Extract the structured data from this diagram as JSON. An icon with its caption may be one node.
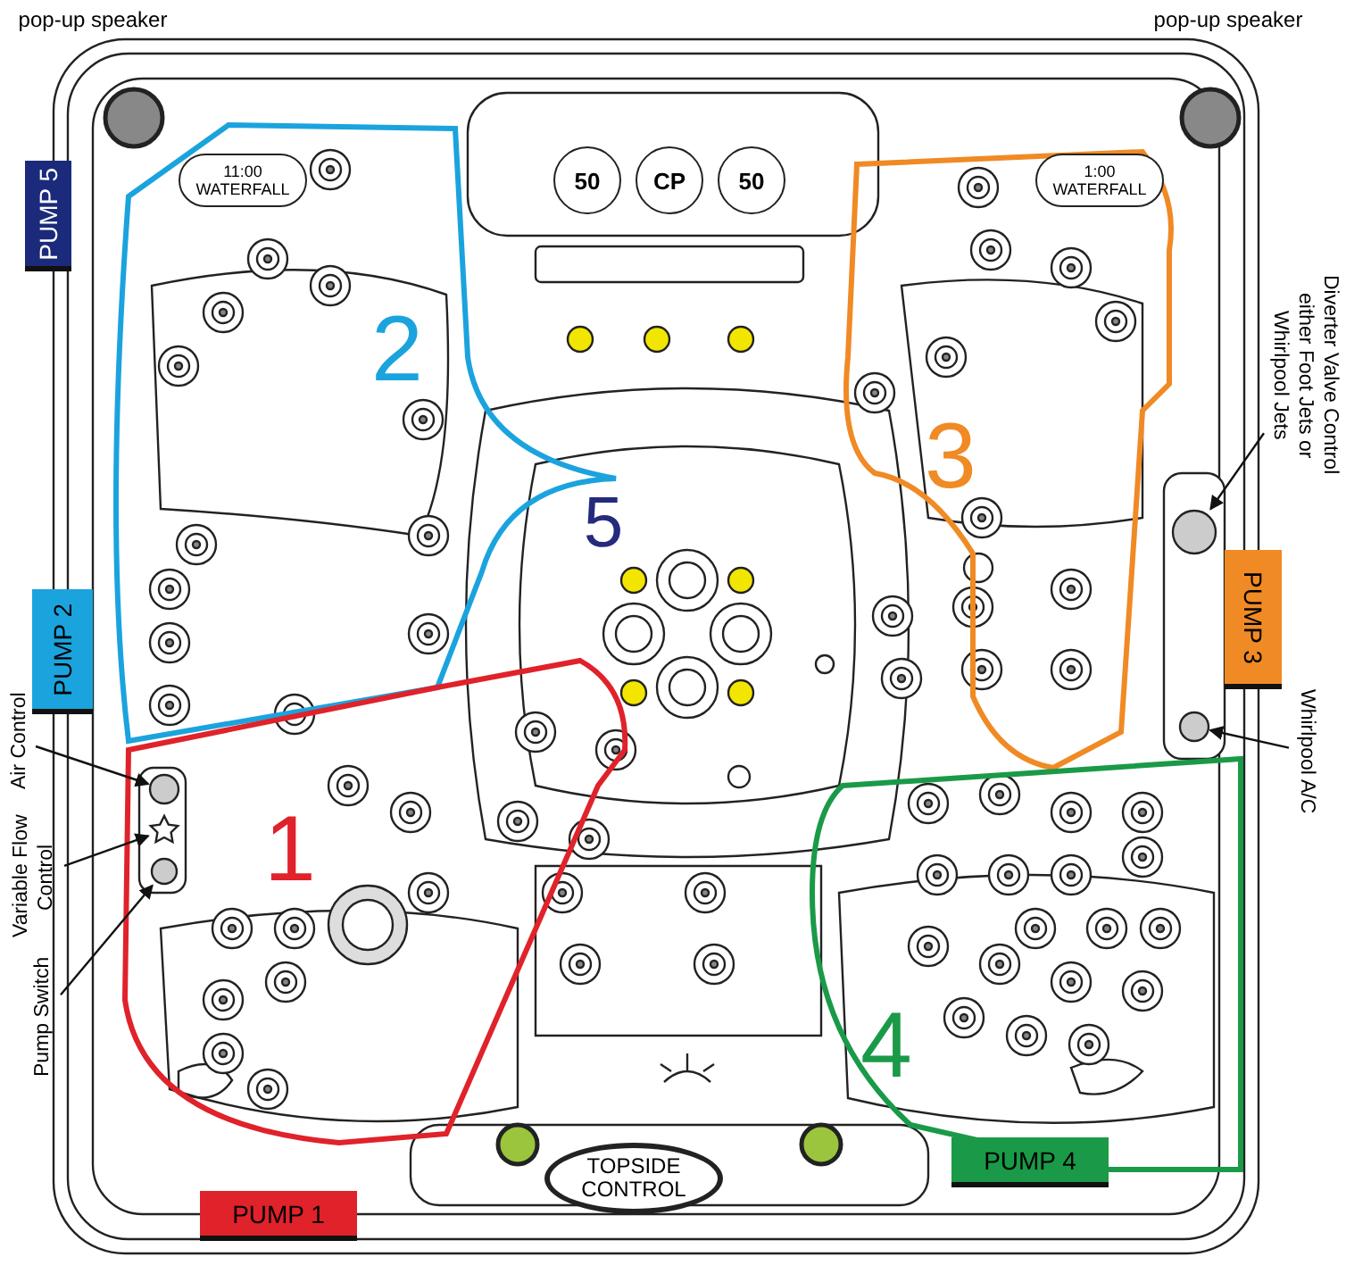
{
  "diagram": {
    "nodes": [
      {
        "text": [
          "2"
        ]
      },
      {
        "text": [
          "3"
        ]
      },
      {
        "text": [
          "1"
        ]
      },
      {
        "text": [
          "4"
        ]
      },
      {
        "text": [
          "PUMP 5"
        ]
      },
      {
        "text": [
          "PUMP 2"
        ]
      },
      {
        "text": [
          "PUMP 3"
        ]
      },
      {
        "text": [
          "PUMP 1"
        ]
      },
      {
        "text": [
          "PUMP 4"
        ]
      },
      {
        "text": [
          "50"
        ]
      },
      {
        "text": [
          "CP"
        ]
      },
      {
        "text": [
          "50"
        ]
      },
      {
        "text": [
          "11:00 WATERFALL"
        ],
        "in": 0
      },
      {
        "text": [
          "1:00 WATERFALL"
        ],
        "in": 1
      },
      {
        "text": [
          "TOPSIDE CONTROL"
        ]
      },
      {
        "text": [
          "Air Control"
        ]
      },
      {
        "text": [
          "Variable Flow Control"
        ]
      },
      {
        "text": [
          "Pump Switch"
        ]
      },
      {
        "text": [
          "Diverter Valve Control either Foot Jets or Whirlpool Jets"
        ]
      },
      {
        "text": [
          "Whirlpool A/C"
        ]
      },
      {
        "text": [],
        "shape": "circle",
        "in": 2
      },
      {
        "text": [],
        "shape": "star",
        "in": 2
      },
      {
        "text": [],
        "shape": "circle",
        "in": 2
      },
      {
        "text": [],
        "shape": "circle"
      },
      {
        "text": [],
        "shape": "circle"
      }
    ],
    "edges": [
      {
        "from": 15,
        "to": 20,
        "arrow": "to"
      },
      {
        "from": 16,
        "to": 21,
        "arrow": "to"
      },
      {
        "from": 17,
        "to": 22,
        "arrow": "to"
      },
      {
        "from": 18,
        "to": 23,
        "arrow": "to"
      },
      {
        "from": 19,
        "to": 24,
        "arrow": "to"
      }
    ],
    "labels": [
      "pop-up speaker",
      "pop-up speaker",
      "5"
    ]
  }
}
